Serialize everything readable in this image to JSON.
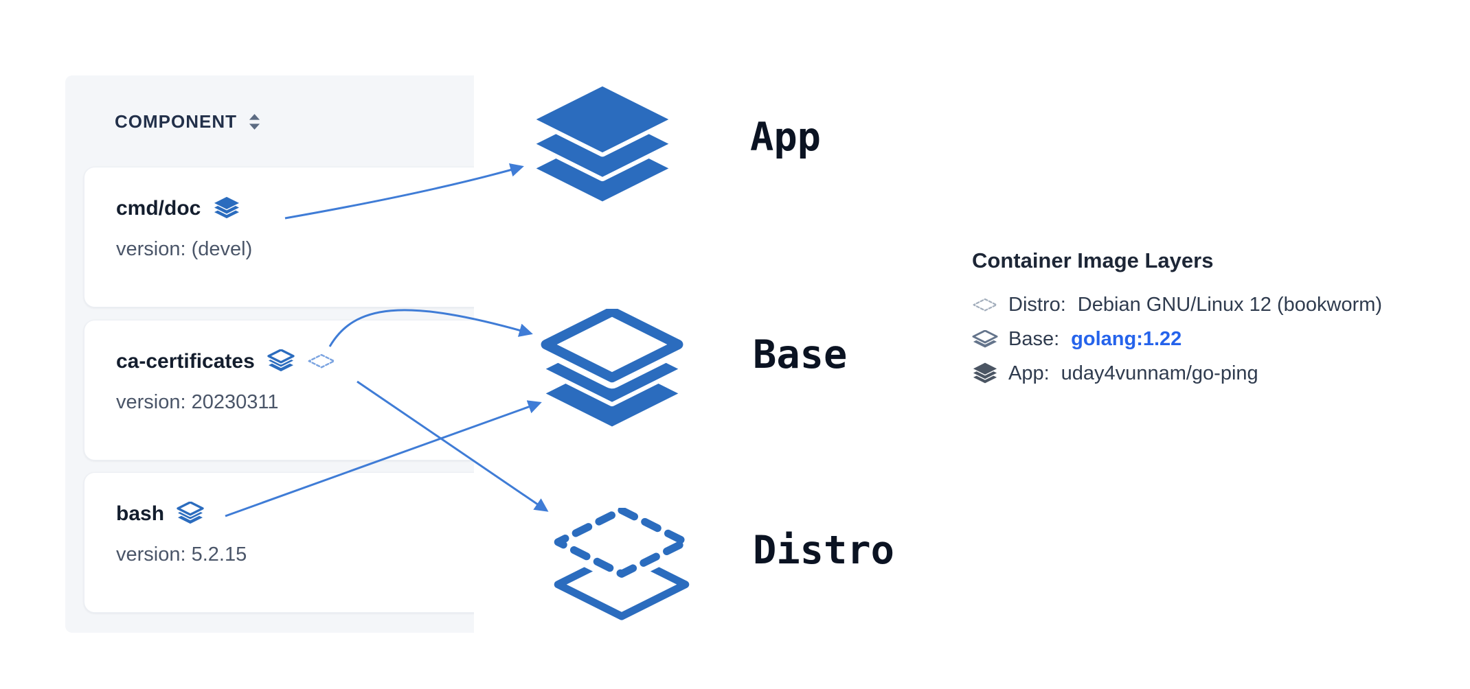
{
  "panel": {
    "header": "COMPONENT",
    "sort_icon": "sort-updown-icon"
  },
  "components": [
    {
      "name": "cmd/doc",
      "version": "version: (devel)",
      "icons": [
        "layers-solid-icon"
      ]
    },
    {
      "name": "ca-certificates",
      "version": "version: 20230311",
      "icons": [
        "layers-base-icon",
        "diamond-dashed-icon"
      ]
    },
    {
      "name": "bash",
      "version": "version: 5.2.15",
      "icons": [
        "layers-base-icon"
      ]
    }
  ],
  "stacks": [
    {
      "label": "App",
      "style": "solid-filled-3-layers"
    },
    {
      "label": "Base",
      "style": "outlined-top-2-solid-layers"
    },
    {
      "label": "Distro",
      "style": "dashed-top-1-outlined-layer"
    }
  ],
  "arrows": [
    {
      "from": "cmd/doc",
      "to": "App"
    },
    {
      "from": "ca-certificates",
      "to": "Base"
    },
    {
      "from": "ca-certificates (distro)",
      "to": "Distro"
    },
    {
      "from": "bash",
      "to": "Base"
    }
  ],
  "legend": {
    "title": "Container Image Layers",
    "items": [
      {
        "icon": "diamond-dashed-icon",
        "prefix": "Distro:",
        "value": "Debian GNU/Linux 12 (bookworm)",
        "is_link": false
      },
      {
        "icon": "layers-base-icon",
        "prefix": "Base:",
        "value": "golang:1.22",
        "is_link": true
      },
      {
        "icon": "layers-solid-icon",
        "prefix": "App:",
        "value": "uday4vunnam/go-ping",
        "is_link": false
      }
    ]
  },
  "colors": {
    "accent_blue": "#2b6cbe",
    "arrow_blue": "#3f7cd6",
    "link_blue": "#2563eb",
    "legend_gray": "#64748b"
  }
}
